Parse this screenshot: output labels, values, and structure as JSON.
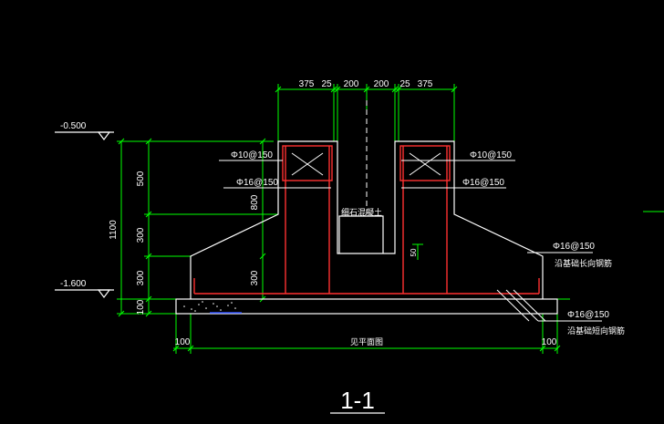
{
  "drawing": {
    "section_title": "1-1",
    "top_dims": [
      "375",
      "25",
      "200",
      "200",
      "25",
      "375"
    ],
    "elev_top": "-0.500",
    "elev_bottom": "-1.600",
    "left_dims_outer": [
      "1100"
    ],
    "left_dims_inner": [
      "500",
      "300",
      "300",
      "100"
    ],
    "dim_800": "800",
    "dim_300_inner": "300",
    "dim_50": "50",
    "rebar_left_1": "Φ10@150",
    "rebar_left_2": "Φ16@150",
    "rebar_right_1": "Φ10@150",
    "rebar_right_2": "Φ16@150",
    "rebar_right_3": "Φ16@150",
    "rebar_right_3_note": "沿基础长向钢筋",
    "rebar_right_4": "Φ16@150",
    "rebar_right_4_note": "沿基础短向钢筋",
    "center_note": "细石混凝土",
    "bottom_dim_left": "100",
    "bottom_dim_mid": "见平面图",
    "bottom_dim_right": "100"
  },
  "colors": {
    "background": "#000000",
    "concrete": "#ffffff",
    "dimension": "#00ff00",
    "rebar": "#ff3030",
    "leader": "#ffffff",
    "text": "#ffffff"
  }
}
